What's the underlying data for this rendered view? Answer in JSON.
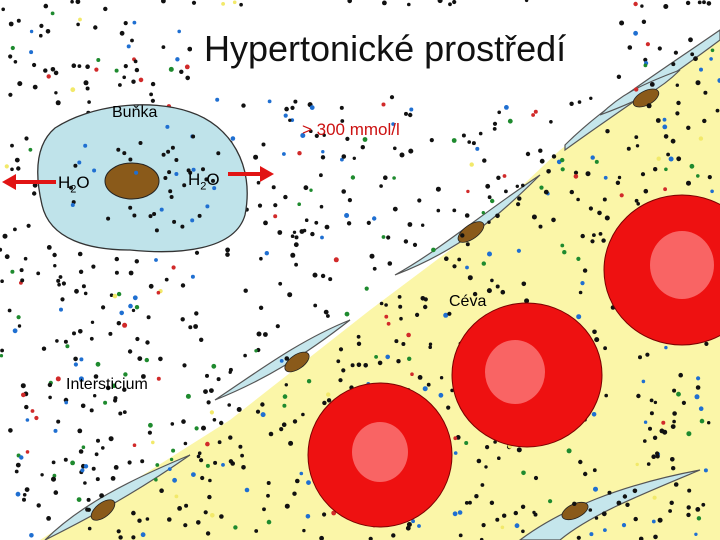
{
  "title": "Hypertonické prostředí",
  "cell_label": "Buňka",
  "osmolarity": "> 300 mmol/l",
  "water": {
    "prefix": "H",
    "sub": "2",
    "suffix": "O"
  },
  "vessel_label": "Céva",
  "interstitium_label": "Intersticium",
  "colors": {
    "vessel_fill": "#fbf6a8",
    "cell_fill": "#bfe3ea",
    "nucleus": "#8a5a1a",
    "rbc_outer": "#ee1111",
    "rbc_inner": "#f96464",
    "arrow": "#e11414",
    "osmolarity_text": "#cc1111"
  },
  "icons": [
    "arrow-left-icon",
    "arrow-right-icon"
  ]
}
